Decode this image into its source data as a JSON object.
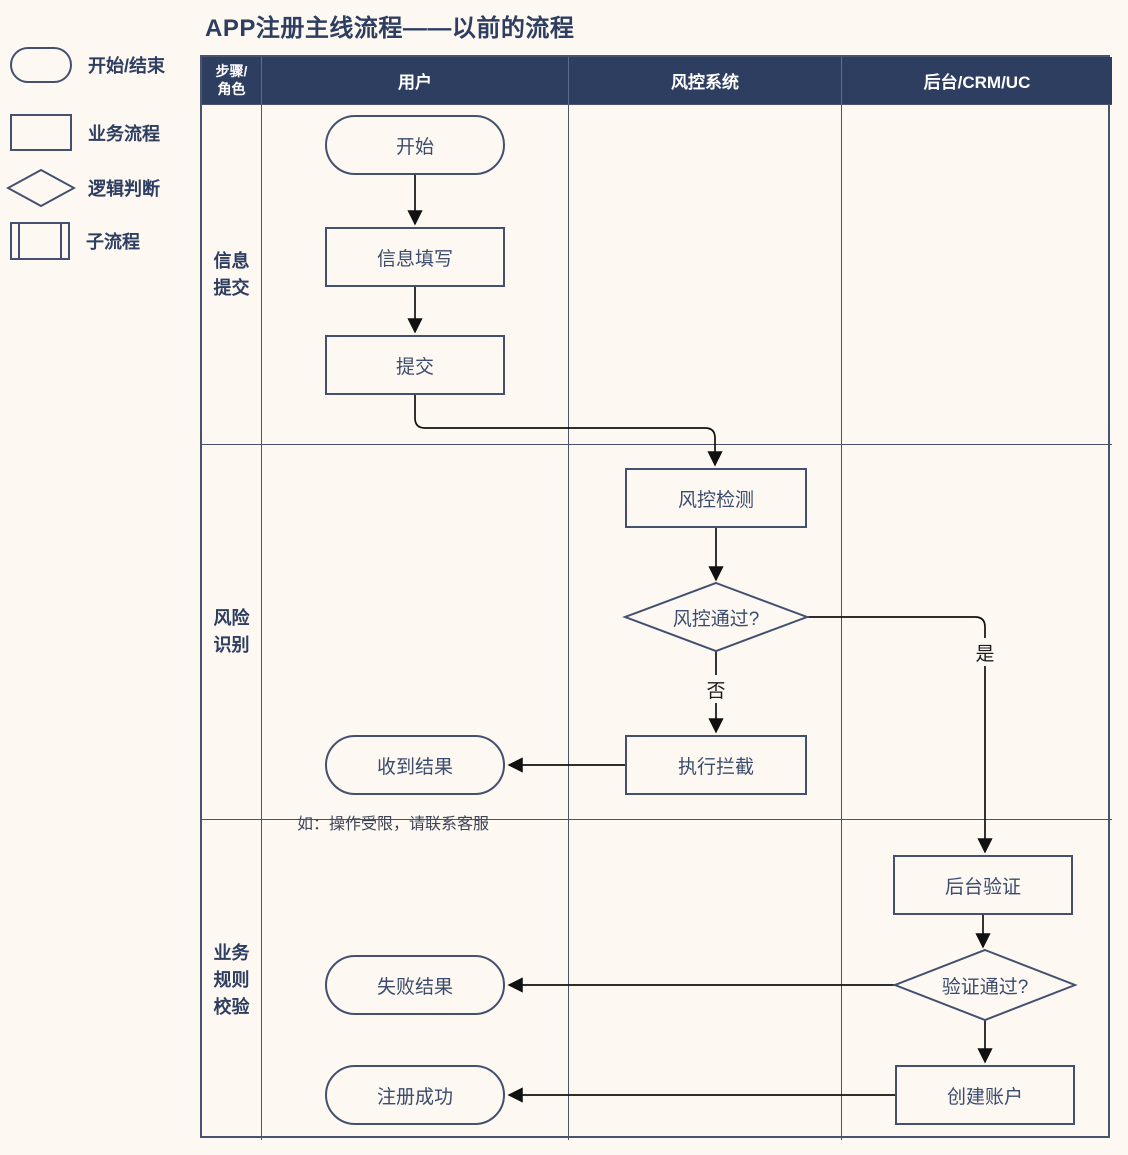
{
  "title": "APP注册主线流程——以前的流程",
  "legend": {
    "items": [
      {
        "shape": "pill",
        "label": "开始/结束"
      },
      {
        "shape": "rect",
        "label": "业务流程"
      },
      {
        "shape": "diamond",
        "label": "逻辑判断"
      },
      {
        "shape": "subprocess",
        "label": "子流程"
      }
    ]
  },
  "table": {
    "corner_header": "步骤/\n角色",
    "columns": [
      "用户",
      "风控系统",
      "后台/CRM/UC"
    ],
    "rows": [
      "信息\n提交",
      "风险\n识别",
      "业务\n规则\n校验"
    ]
  },
  "nodes": {
    "start": "开始",
    "fill_info": "信息填写",
    "submit": "提交",
    "risk_check": "风控检测",
    "risk_pass": "风控通过?",
    "intercept": "执行拦截",
    "receive_result": "收到结果",
    "backend_verify": "后台验证",
    "verify_pass": "验证通过?",
    "failure_result": "失败结果",
    "create_account": "创建账户",
    "register_success": "注册成功"
  },
  "edge_labels": {
    "no": "否",
    "yes": "是"
  },
  "note": "如：操作受限，请联系客服",
  "colors": {
    "background": "#fdf8f2",
    "header_bg": "#2e3e61",
    "grid_line": "#4a5470",
    "node_border": "#435070",
    "node_text": "#3b4c6e",
    "arrow": "#111111"
  }
}
